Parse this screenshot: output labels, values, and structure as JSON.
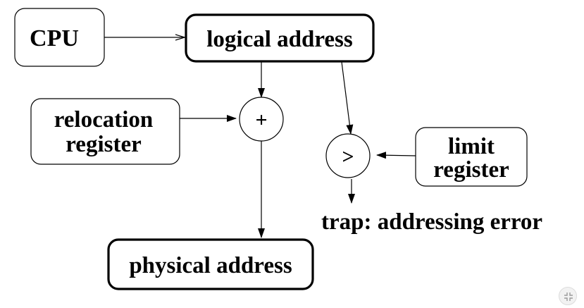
{
  "diagram": {
    "cpu_label": "CPU",
    "logical_address_label": "logical address",
    "relocation_register_line1": "relocation",
    "relocation_register_line2": "register",
    "plus_symbol": "+",
    "compare_symbol": ">",
    "limit_register_line1": "limit",
    "limit_register_line2": "register",
    "trap_label": "trap: addressing error",
    "physical_address_label": "physical address"
  },
  "controls": {
    "shrink_icon": "shrink-arrows-icon"
  },
  "colors": {
    "stroke": "#000000",
    "background": "#ffffff",
    "control_bg": "#f2f2f2"
  }
}
